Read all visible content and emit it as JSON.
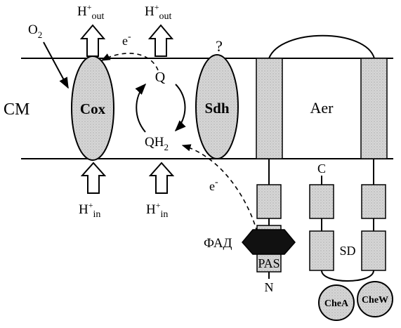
{
  "labels": {
    "o2": "O2",
    "h_out_1": "H+out",
    "h_out_2": "H+out",
    "e_top": "e-",
    "question": "?",
    "cm": "CM",
    "cox": "Cox",
    "q": "Q",
    "qh2": "QH2",
    "sdh": "Sdh",
    "aer": "Aer",
    "e_bottom": "e-",
    "h_in_1": "H+in",
    "h_in_2": "H+in",
    "c": "C",
    "fad": "ФАД",
    "pas": "PAS",
    "sd": "SD",
    "n": "N",
    "chea": "CheA",
    "chew": "CheW"
  },
  "text_parts": {
    "o2_base": "O",
    "o2_sub": "2",
    "h_base": "H",
    "h_sup": "+",
    "out": "out",
    "in": "in",
    "e_base": "e",
    "e_sup": "-",
    "qh_base": "QH",
    "qh_sub": "2"
  },
  "colors": {
    "fill_stipple": "#d4d4d4",
    "fad_fill": "#111111"
  }
}
